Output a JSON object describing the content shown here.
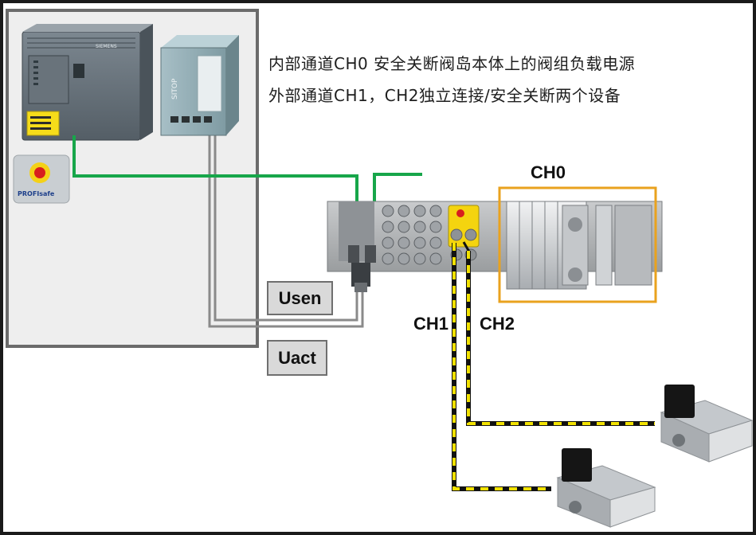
{
  "notes": {
    "line1": "内部通道CH0 安全关断阀岛本体上的阀组负载电源",
    "line2": "外部通道CH1，CH2独立连接/安全关断两个设备"
  },
  "labels": {
    "usen": "Usen",
    "uact": "Uact",
    "ch0": "CH0",
    "ch1": "CH1",
    "ch2": "CH2"
  },
  "devices": {
    "profisafe_logo": "PROFIsafe",
    "cpu_brand": "SIEMENS",
    "psu_brand": "SITOP"
  },
  "colors": {
    "profinet_line": "#17a64a",
    "power_line": "#8a8a8a",
    "safety_line_dash": "#f2e200",
    "safety_line_base": "#111111",
    "ch0_frame": "#e9a21e",
    "panel_fill": "#eeeeee",
    "panel_border": "#6b6b6b"
  }
}
